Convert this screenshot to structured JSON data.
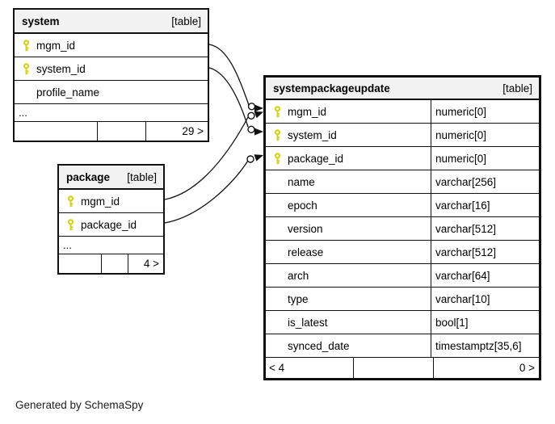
{
  "credit": "Generated by SchemaSpy",
  "colors": {
    "background": "#ffffff",
    "border": "#111111",
    "header_bg": "#f2f2f2",
    "key_icon": "#d4d414",
    "text": "#000000"
  },
  "icons": {
    "key": "primary-key-icon"
  },
  "tables": [
    {
      "title": "system",
      "badge": "[table]",
      "columns": [
        {
          "name": "mgm_id",
          "key": true
        },
        {
          "name": "system_id",
          "key": true
        },
        {
          "name": "profile_name",
          "key": false
        }
      ],
      "ellipsis": "...",
      "footer": {
        "left": "",
        "middle": "",
        "right": "29 >"
      }
    },
    {
      "title": "package",
      "badge": "[table]",
      "columns": [
        {
          "name": "mgm_id",
          "key": true
        },
        {
          "name": "package_id",
          "key": true
        }
      ],
      "ellipsis": "...",
      "footer": {
        "left": "",
        "middle": "",
        "right": "4 >"
      }
    },
    {
      "title": "systempackageupdate",
      "badge": "[table]",
      "columns": [
        {
          "name": "mgm_id",
          "type": "numeric[0]",
          "key": true
        },
        {
          "name": "system_id",
          "type": "numeric[0]",
          "key": true
        },
        {
          "name": "package_id",
          "type": "numeric[0]",
          "key": true
        },
        {
          "name": "name",
          "type": "varchar[256]",
          "key": false
        },
        {
          "name": "epoch",
          "type": "varchar[16]",
          "key": false
        },
        {
          "name": "version",
          "type": "varchar[512]",
          "key": false
        },
        {
          "name": "release",
          "type": "varchar[512]",
          "key": false
        },
        {
          "name": "arch",
          "type": "varchar[64]",
          "key": false
        },
        {
          "name": "type",
          "type": "varchar[10]",
          "key": false
        },
        {
          "name": "is_latest",
          "type": "bool[1]",
          "key": false
        },
        {
          "name": "synced_date",
          "type": "timestamptz[35,6]",
          "key": false
        }
      ],
      "footer": {
        "left": "< 4",
        "middle": "",
        "right": "0 >"
      }
    }
  ],
  "relationships": [
    {
      "from": "system.mgm_id",
      "to": "systempackageupdate.mgm_id"
    },
    {
      "from": "system.system_id",
      "to": "systempackageupdate.system_id"
    },
    {
      "from": "package.mgm_id",
      "to": "systempackageupdate.mgm_id"
    },
    {
      "from": "package.package_id",
      "to": "systempackageupdate.package_id"
    }
  ]
}
